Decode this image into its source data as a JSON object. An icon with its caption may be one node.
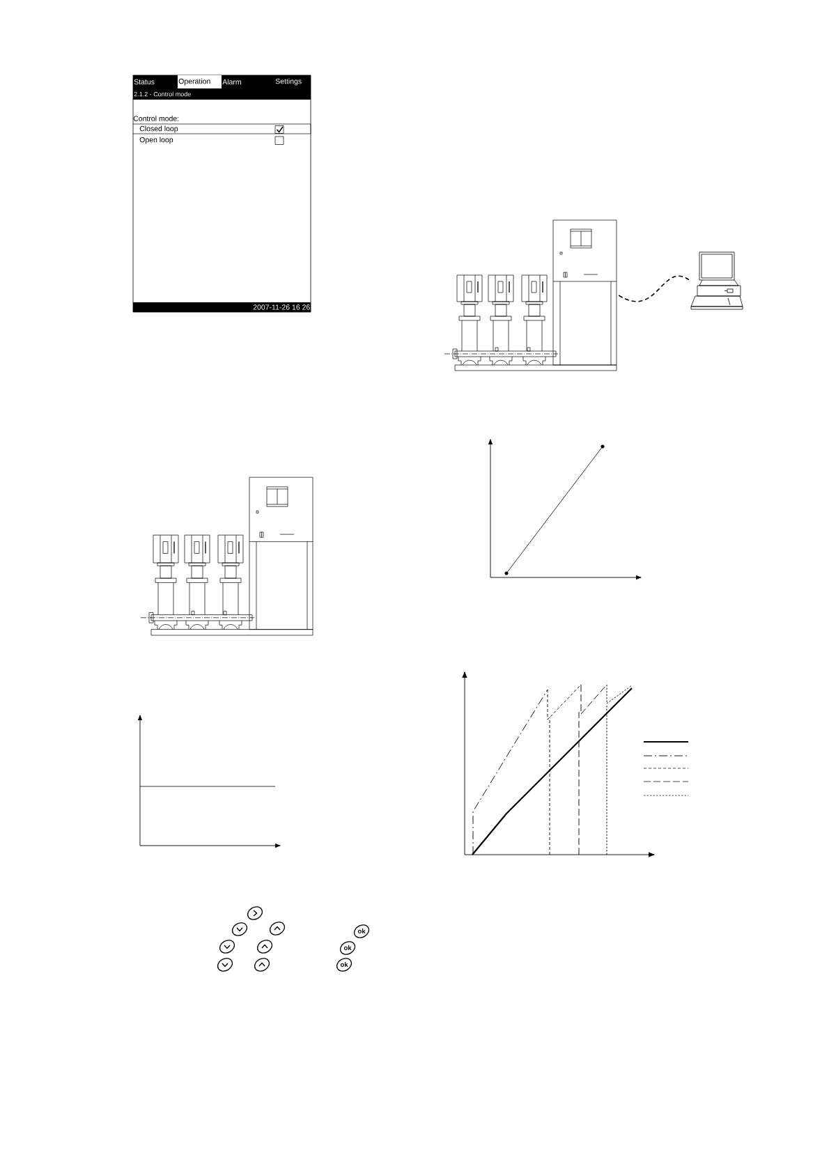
{
  "diagram": {
    "nodes": [
      {
        "text": [],
        "shape": "picture"
      },
      {
        "text": [],
        "shape": "picture"
      }
    ],
    "edges": [
      {
        "from": 0,
        "to": 1,
        "arrow": "none",
        "style": "dashed"
      }
    ],
    "labels": [
      "Status",
      "Operation",
      "Alarm",
      "Settings",
      "2.1.2 - Control mode",
      "Control mode:",
      "Closed loop",
      "Open loop",
      "2007-11-26 16 26",
      "ok",
      "ok",
      "ok"
    ]
  }
}
